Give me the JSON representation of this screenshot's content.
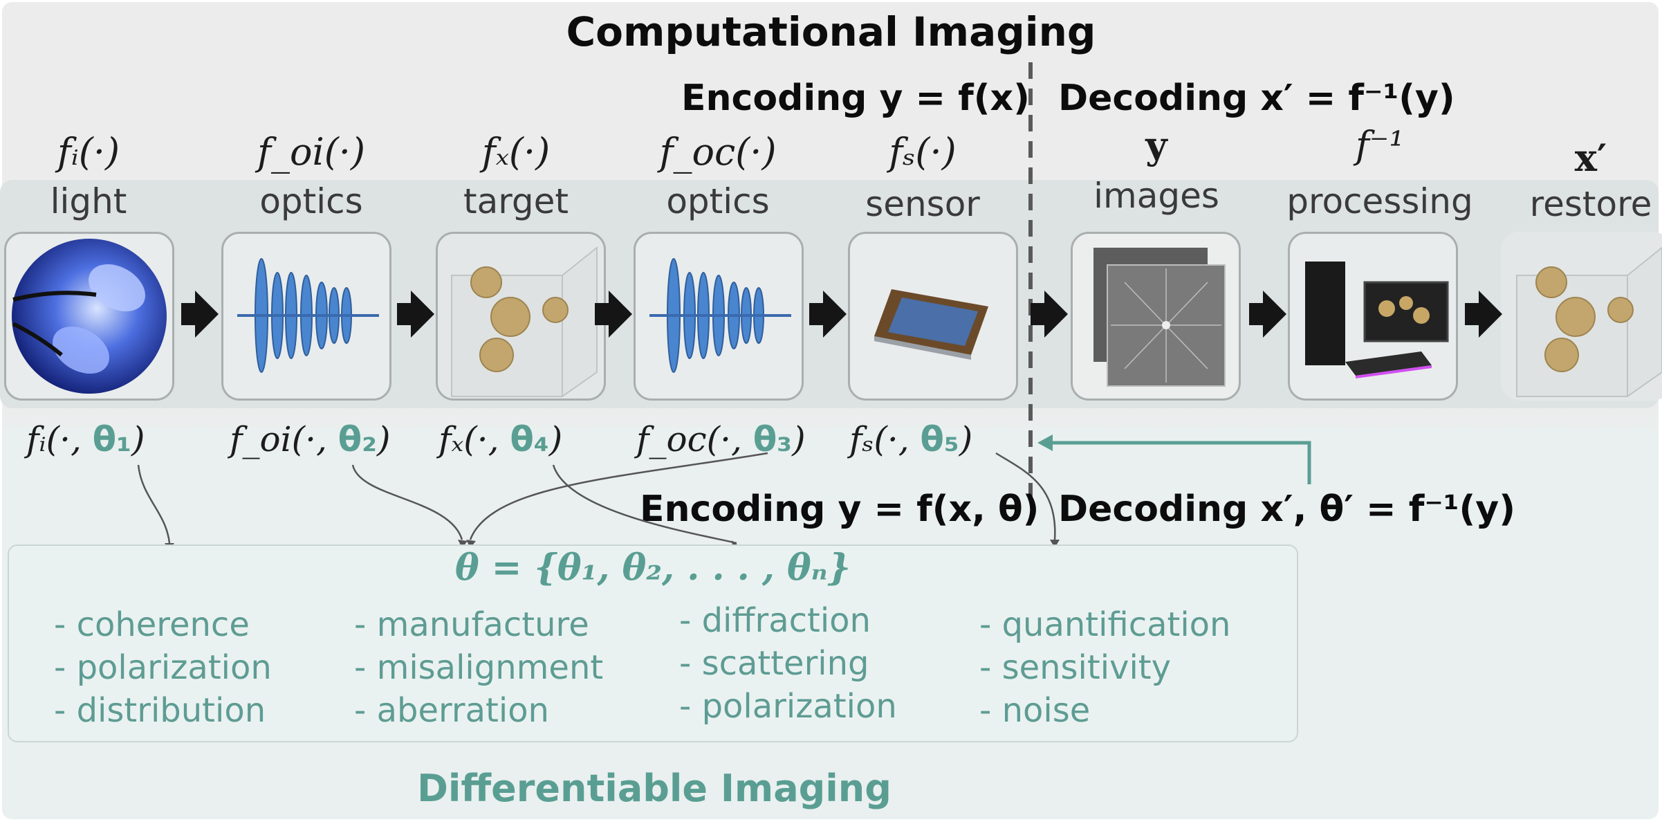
{
  "title": "Computational Imaging",
  "bottom_title": "Differentiable Imaging",
  "encoding_top": "Encoding y = f(x)",
  "decoding_top": "Decoding x′ = f⁻¹(y)",
  "encoding_mid": "Encoding y = f(x, θ)",
  "decoding_mid": "Decoding x′, θ′ = f⁻¹(y)",
  "stages": [
    {
      "func": "fᵢ(·)",
      "label": "light",
      "param_func": "fᵢ(·, ",
      "param_theta": "θ₁",
      "icon": "led-icon"
    },
    {
      "func": "f_oi(·)",
      "label": "optics",
      "param_func": "f_oi(·, ",
      "param_theta": "θ₂",
      "icon": "lens-stack-icon"
    },
    {
      "func": "fₓ(·)",
      "label": "target",
      "param_func": "fₓ(·, ",
      "param_theta": "θ₄",
      "icon": "virus-cube-icon"
    },
    {
      "func": "f_oc(·)",
      "label": "optics",
      "param_func": "f_oc(·, ",
      "param_theta": "θ₃",
      "icon": "lens-stack-icon"
    },
    {
      "func": "fₛ(·)",
      "label": "sensor",
      "param_func": "fₛ(·, ",
      "param_theta": "θ₅",
      "icon": "image-sensor-icon"
    },
    {
      "func": "y",
      "label": "images",
      "icon": "fourier-images-icon"
    },
    {
      "func": "f⁻¹",
      "label": "processing",
      "icon": "computer-icon"
    },
    {
      "func": "x′",
      "label": "restore",
      "icon": "virus-cube-icon"
    }
  ],
  "theta_set": "θ = {θ₁, θ₂, . . . , θₙ}",
  "param_columns": [
    [
      "- coherence",
      "- polarization",
      "- distribution"
    ],
    [
      "- manufacture",
      "- misalignment",
      "- aberration"
    ],
    [
      "- diffraction",
      "- scattering",
      "- polarization"
    ],
    [
      "- quantification",
      "- sensitivity",
      "- noise"
    ]
  ],
  "colors": {
    "teal": "#5a9e93",
    "band": "#dde2e2",
    "dark": "#0c0c0c"
  }
}
